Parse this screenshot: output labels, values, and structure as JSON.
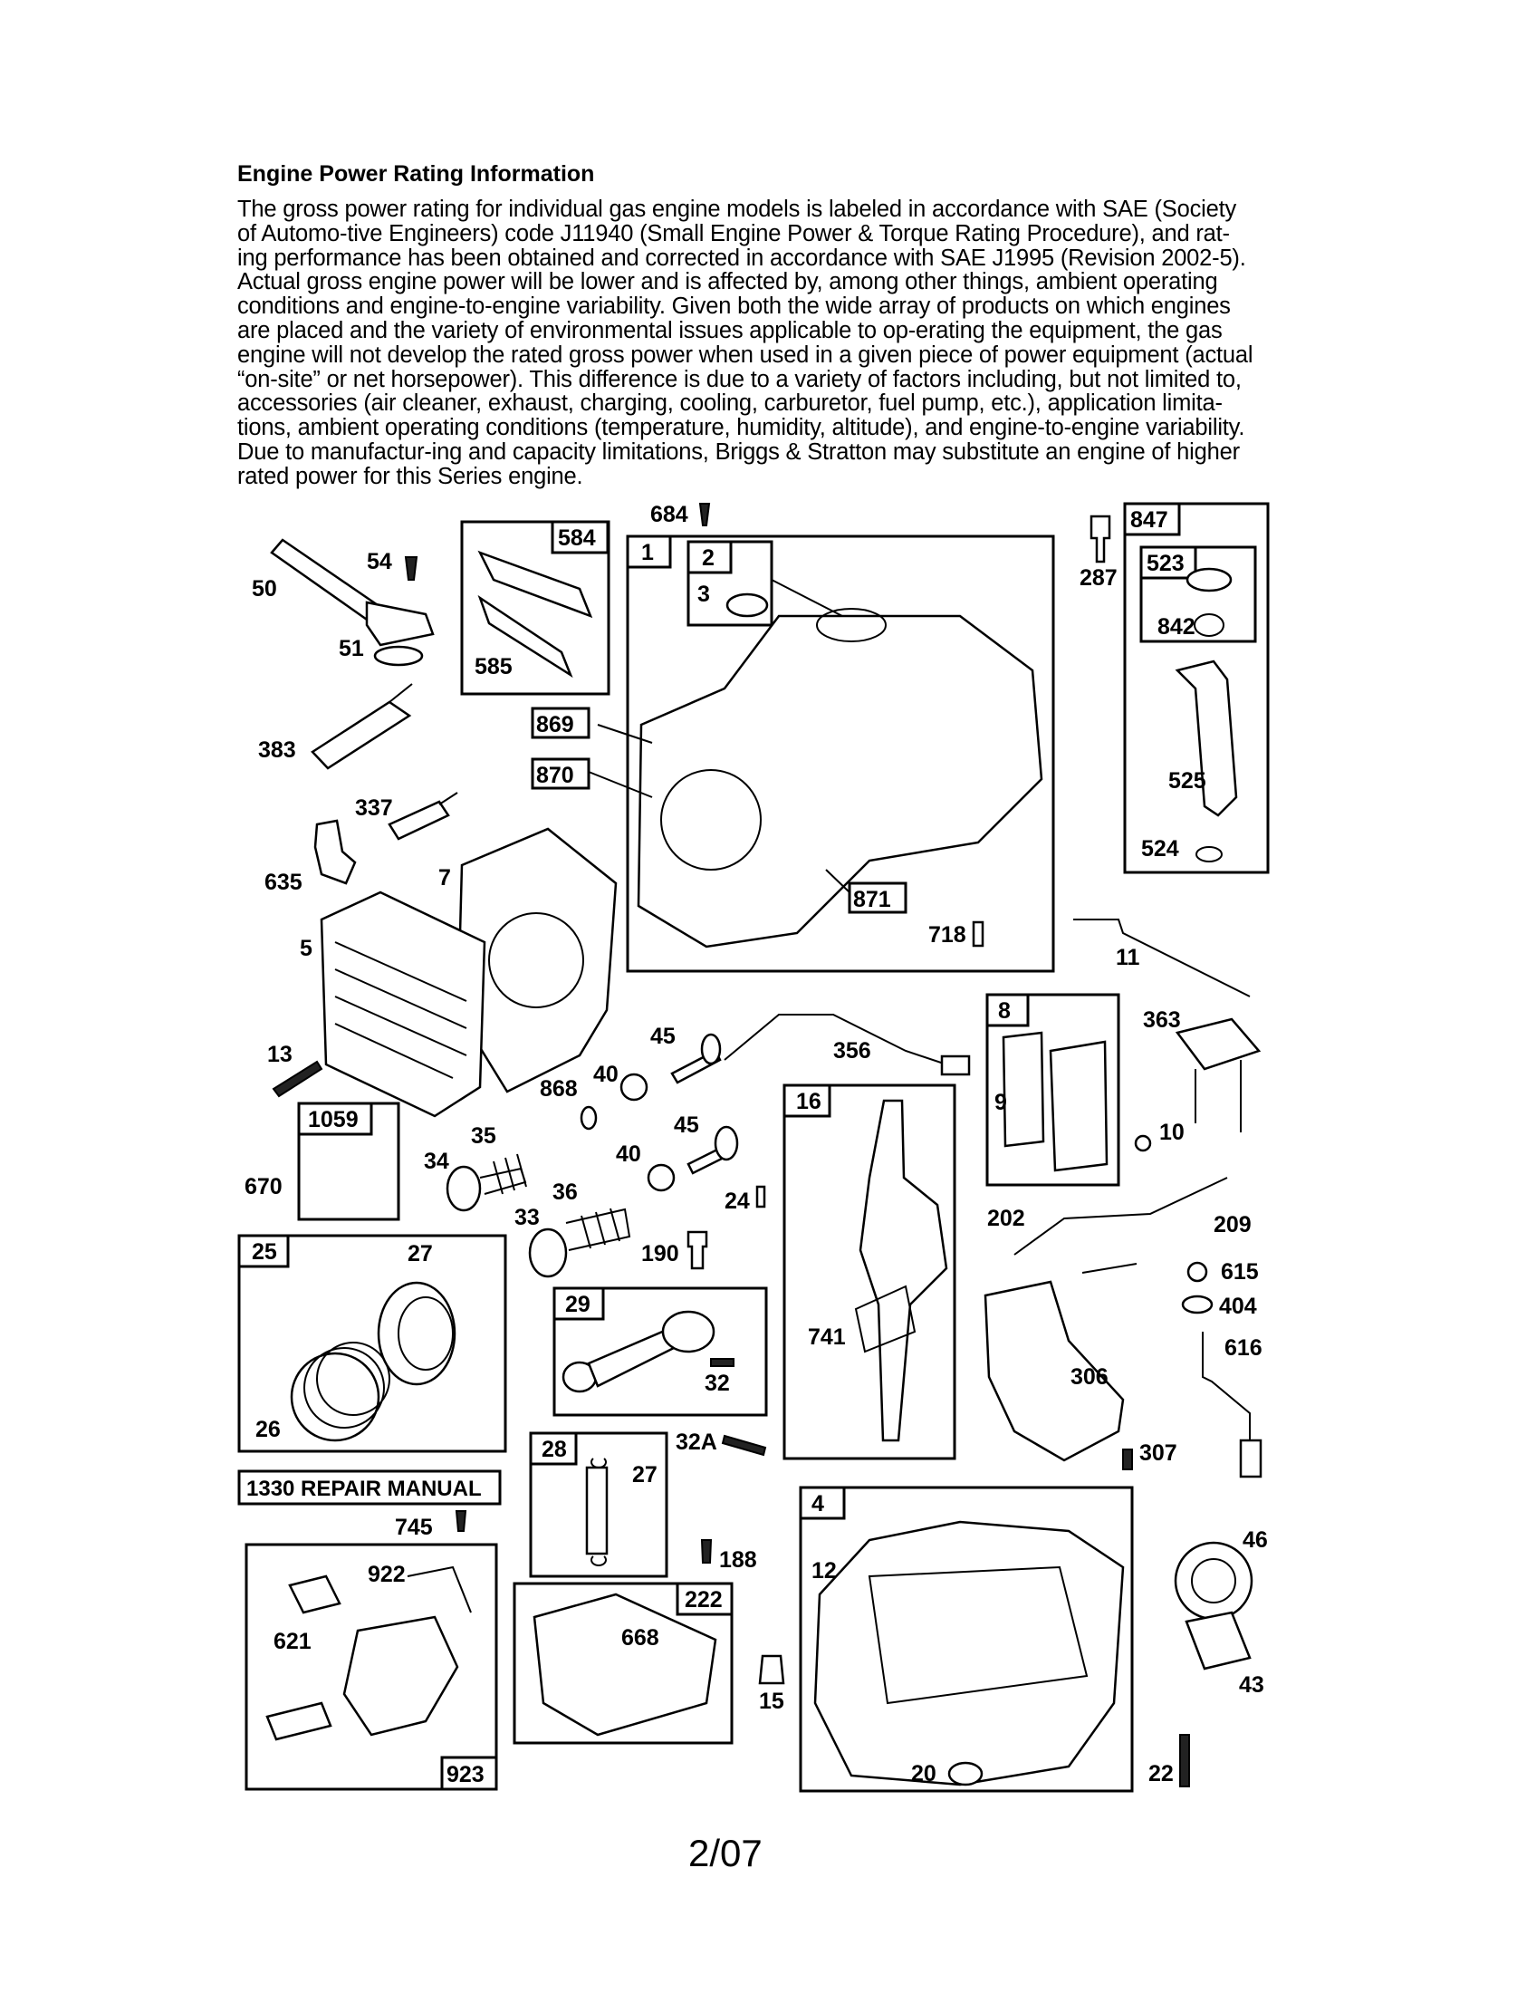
{
  "heading": "Engine Power Rating Information",
  "paragraph_lines": [
    "The gross power rating for individual gas engine models is labeled in accordance with SAE (Society",
    "of Automo-tive Engineers) code J11940 (Small Engine Power & Torque Rating Procedure), and rat-",
    "ing performance has been obtained and corrected in accordance with SAE J1995 (Revision 2002-5).",
    "Actual gross engine power will be lower and is affected by, among other things, ambient operating",
    "conditions and engine-to-engine variability.  Given both the wide array of products on which engines",
    "are placed and the variety of environmental issues applicable to op-erating the equipment, the gas",
    "engine will not develop the rated gross power when used in a given piece of power equipment (actual",
    "“on-site” or net horsepower).  This difference is due to a variety of factors including, but not limited to,",
    "accessories (air cleaner, exhaust, charging, cooling, carburetor, fuel pump, etc.), application limita-",
    "tions, ambient operating conditions (temperature, humidity, altitude), and engine-to-engine variability.",
    "Due to manufactur-ing and capacity limitations, Briggs & Stratton may substitute an engine of higher",
    "rated power for this Series engine."
  ],
  "labels": {
    "p684": "684",
    "p1": "1",
    "p2": "2",
    "p3": "3",
    "p584": "584",
    "p585": "585",
    "p50": "50",
    "p54": "54",
    "p51": "51",
    "p383": "383",
    "p337": "337",
    "p635": "635",
    "p869": "869",
    "p870": "870",
    "p871": "871",
    "p718": "718",
    "p847": "847",
    "p287": "287",
    "p523": "523",
    "p842": "842",
    "p525": "525",
    "p524": "524",
    "p7": "7",
    "p5": "5",
    "p13": "13",
    "p1059": "1059",
    "p670": "670",
    "p11": "11",
    "p45a": "45",
    "p356": "356",
    "p40a": "40",
    "p868": "868",
    "p35": "35",
    "p34": "34",
    "p45b": "45",
    "p40b": "40",
    "p36": "36",
    "p33": "33",
    "p24": "24",
    "p190": "190",
    "p8": "8",
    "p9": "9",
    "p363": "363",
    "p10": "10",
    "p16": "16",
    "p25": "25",
    "p27a": "27",
    "p26": "26",
    "p29": "29",
    "p32": "32",
    "p741": "741",
    "p202": "202",
    "p209": "209",
    "p615": "615",
    "p404": "404",
    "p616": "616",
    "p306": "306",
    "p307": "307",
    "p32a": "32A",
    "repair_manual": "1330 REPAIR MANUAL",
    "p28": "28",
    "p27b": "27",
    "p745": "745",
    "p188": "188",
    "p4": "4",
    "p12": "12",
    "p46": "46",
    "p922": "922",
    "p621": "621",
    "p222": "222",
    "p668": "668",
    "p15": "15",
    "p43": "43",
    "p923": "923",
    "p20": "20",
    "p22": "22"
  },
  "page_number": "2/07"
}
